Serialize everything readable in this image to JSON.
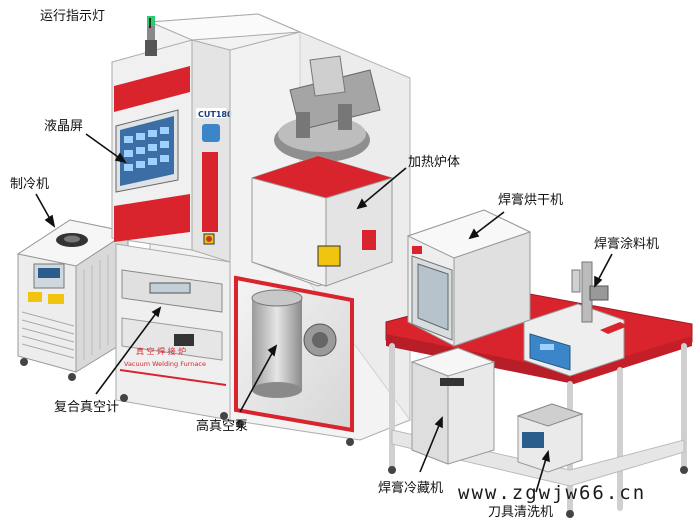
{
  "labels": {
    "indicator": "运行指示灯",
    "lcd": "液晶屏",
    "chiller": "制冷机",
    "heater": "加热炉体",
    "oven": "焊膏烘干机",
    "coater": "焊膏涂料机",
    "vacuum_gauge": "复合真空计",
    "pump": "高真空泵",
    "fridge": "焊膏冷藏机",
    "cleaner": "刀具清洗机"
  },
  "machine": {
    "model": "CUT180",
    "name_cn": "真 空 焊 接 炉",
    "name_en": "Vacuum Welding Furnace"
  },
  "watermark": "www.zgwjw66.cn",
  "colors": {
    "accent_red": "#d9232d",
    "body_white": "#f2f2f2",
    "frame_grey": "#b8b8b8"
  }
}
